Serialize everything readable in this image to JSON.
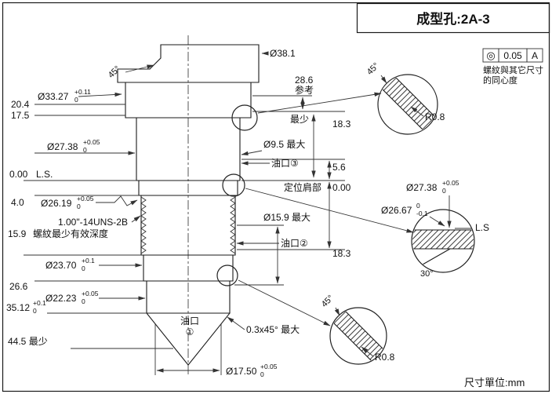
{
  "title": "成型孔:2A-3",
  "units_label": "尺寸單位:mm",
  "tolerance_frame": {
    "symbol": "◎",
    "value": "0.05",
    "datum": "A",
    "note_line1": "螺紋與其它尺寸",
    "note_line2": "的同心度"
  },
  "dims": {
    "dia_381": "Ø38.1",
    "top_chamfer_angle": "45°",
    "dia_3327": {
      "v": "Ø33.27",
      "u": "+0.11",
      "l": "0"
    },
    "ord_204": "20.4",
    "ord_175": "17.5",
    "ref_286": "28.6",
    "ref_label": "参考",
    "min_label": "最少",
    "len_183_upper": "18.3",
    "dia_95": "Ø9.5 最大",
    "dia_2738": {
      "v": "Ø27.38",
      "u": "+0.05",
      "l": "0"
    },
    "oil_port_3": "油口③",
    "len_56": "5.6",
    "datum_zero_left": "0.00",
    "ls_left": "L.S.",
    "shoulder_label": "定位肩部",
    "datum_zero_right": "0.00",
    "dia_2619": {
      "v": "Ø26.19",
      "u": "+0.05",
      "l": "0"
    },
    "ord_40": "4.0",
    "thread_spec": "1.00\"-14UNS-2B",
    "thread_depth_value": "15.9",
    "thread_depth_label": "螺紋最少有效深度",
    "dia_159": "Ø15.9 最大",
    "oil_port_2": "油口②",
    "len_183_lower": "18.3",
    "dia_2370": {
      "v": "Ø23.70",
      "u": "+0.1",
      "l": "0"
    },
    "ord_266": "26.6",
    "dia_2223": {
      "v": "Ø22.23",
      "u": "+0.05",
      "l": "0"
    },
    "ord_3512": {
      "v": "35.12",
      "u": "+0.1",
      "l": "0"
    },
    "oil_port_1_line1": "油口",
    "oil_port_1_line2": "①",
    "bottom_chamfer": "0.3x45° 最大",
    "ord_445": "44.5 最少",
    "dia_1750": {
      "v": "Ø17.50",
      "u": "+0.05",
      "l": "0"
    }
  },
  "details": {
    "d1": {
      "angle": "45°",
      "radius": "R0.8"
    },
    "d2": {
      "dia_2738": {
        "v": "Ø27.38",
        "u": "+0.05",
        "l": "0"
      },
      "dia_2667": {
        "v": "Ø26.67",
        "u": "0",
        "l": "-0.1"
      },
      "ls": "L.S",
      "angle": "30°"
    },
    "d3": {
      "angle": "45°",
      "radius": "R0.8"
    }
  }
}
